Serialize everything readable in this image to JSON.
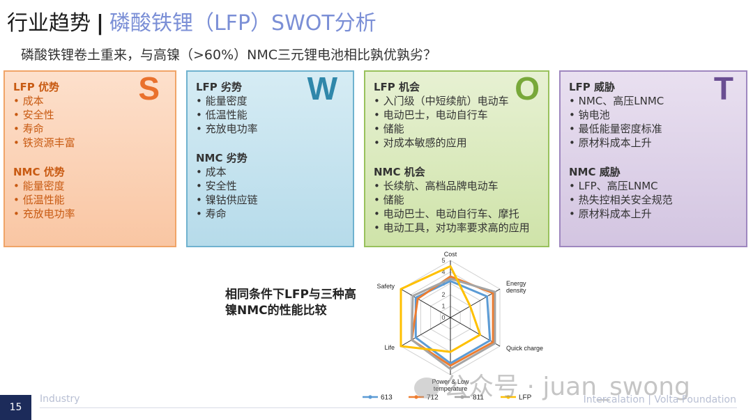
{
  "header": {
    "title_main": "行业趋势",
    "separator": "|",
    "title_topic": "磷酸铁锂（LFP）SWOT分析",
    "subtitle": "磷酸铁锂卷土重来，与高镍（>60%）NMC三元锂电池相比孰优孰劣？"
  },
  "swot": {
    "s": {
      "letter": "S",
      "sections": [
        {
          "head": "LFP 优势",
          "items": [
            "成本",
            "安全性",
            "寿命",
            "铁资源丰富"
          ]
        },
        {
          "head": "NMC 优势",
          "items": [
            "能量密度",
            "低温性能",
            "充放电功率"
          ]
        }
      ]
    },
    "w": {
      "letter": "W",
      "sections": [
        {
          "head": "LFP 劣势",
          "items": [
            "能量密度",
            "低温性能",
            "充放电功率"
          ]
        },
        {
          "head": "NMC 劣势",
          "items": [
            "成本",
            "安全性",
            "镍钴供应链",
            "寿命"
          ]
        }
      ]
    },
    "o": {
      "letter": "O",
      "sections": [
        {
          "head": "LFP 机会",
          "items": [
            "入门级（中短续航）电动车",
            "电动巴士，电动自行车",
            "储能",
            "对成本敏感的应用"
          ]
        },
        {
          "head": "NMC 机会",
          "items": [
            "长续航、高档品牌电动车",
            "储能",
            "电动巴士、电动自行车、摩托",
            "电动工具，对功率要求高的应用"
          ]
        }
      ]
    },
    "t": {
      "letter": "T",
      "sections": [
        {
          "head": "LFP 威胁",
          "items": [
            "NMC、高压LNMC",
            "钠电池",
            "最低能量密度标准",
            "原材料成本上升"
          ]
        },
        {
          "head": "NMC 威胁",
          "items": [
            "LFP、高压LNMC",
            "热失控相关安全规范",
            "原材料成本上升"
          ]
        }
      ]
    }
  },
  "radar_caption_line1": "相同条件下LFP与三种高",
  "radar_caption_line2": "镍NMC的性能比较",
  "chart_data": {
    "type": "radar",
    "axes": [
      "Cost",
      "Energy density",
      "Quick charge",
      "Power & Low temperature",
      "Life",
      "Safety"
    ],
    "axis_labels_display": [
      "Cost",
      [
        "Energy",
        "density"
      ],
      "Quick charge",
      [
        "Power & Low",
        "temperature"
      ],
      "Life",
      "Safety"
    ],
    "ticks": [
      0,
      1,
      2,
      3,
      4,
      5
    ],
    "range": [
      0,
      5
    ],
    "legend_position": "bottom",
    "series": [
      {
        "name": "613",
        "color": "#5b9bd5",
        "values": [
          3.2,
          3.7,
          4.0,
          4.0,
          3.5,
          3.5
        ]
      },
      {
        "name": "712",
        "color": "#ed7d31",
        "values": [
          3.6,
          4.3,
          4.3,
          4.2,
          3.9,
          3.3
        ]
      },
      {
        "name": "811",
        "color": "#a5a5a5",
        "values": [
          3.4,
          4.5,
          4.5,
          4.5,
          3.9,
          3.8
        ]
      },
      {
        "name": "LFP",
        "color": "#ffc000",
        "values": [
          4.5,
          2.0,
          3.0,
          3.0,
          5.0,
          5.0
        ]
      }
    ]
  },
  "footer": {
    "page_number": "15",
    "left": "Industry",
    "right": "Intercalation | Volta Foundation",
    "watermark": "公众号 · juan_swong"
  }
}
